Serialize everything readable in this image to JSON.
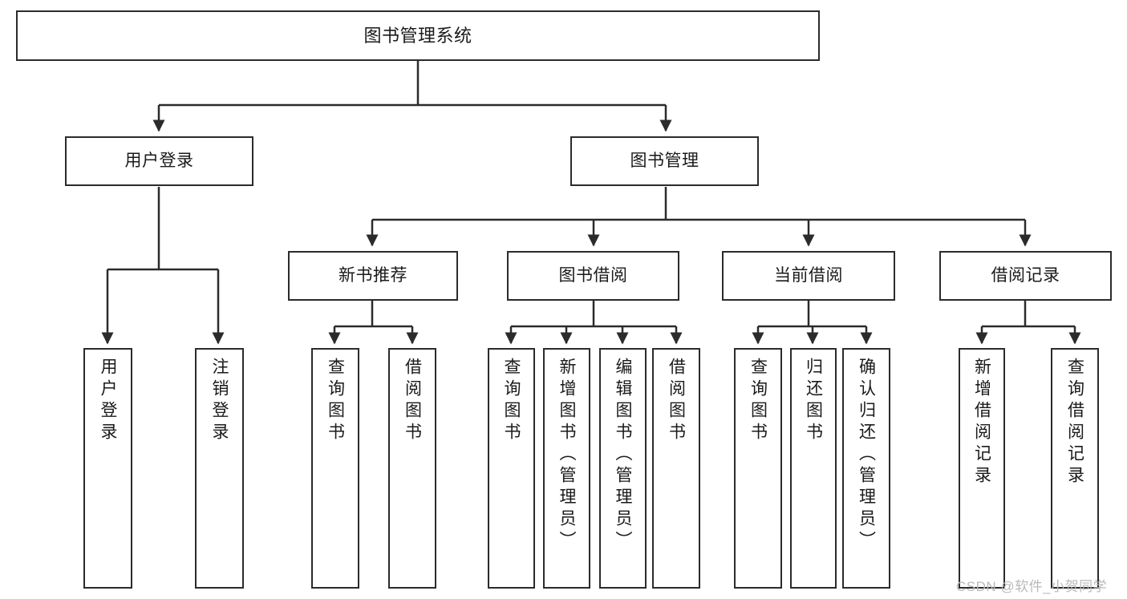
{
  "diagram": {
    "title": "图书管理系统",
    "type": "tree-hierarchy",
    "root": {
      "label": "图书管理系统"
    },
    "level1": [
      {
        "label": "用户登录"
      },
      {
        "label": "图书管理"
      }
    ],
    "level2": [
      {
        "label": "新书推荐",
        "parent": "图书管理"
      },
      {
        "label": "图书借阅",
        "parent": "图书管理"
      },
      {
        "label": "当前借阅",
        "parent": "图书管理"
      },
      {
        "label": "借阅记录",
        "parent": "图书管理"
      }
    ],
    "leaves": {
      "user_login": [
        {
          "label": "用户登录"
        },
        {
          "label": "注销登录"
        }
      ],
      "new_book_recommend": [
        {
          "label": "查询图书"
        },
        {
          "label": "借阅图书"
        }
      ],
      "book_borrow": [
        {
          "label": "查询图书"
        },
        {
          "label": "新增图书（管理员）"
        },
        {
          "label": "编辑图书（管理员）"
        },
        {
          "label": "借阅图书"
        }
      ],
      "current_borrow": [
        {
          "label": "查询图书"
        },
        {
          "label": "归还图书"
        },
        {
          "label": "确认归还（管理员）"
        }
      ],
      "borrow_records": [
        {
          "label": "新增借阅记录"
        },
        {
          "label": "查询借阅记录"
        }
      ]
    }
  },
  "watermark": {
    "text": "CSDN @软件_小贺同学"
  },
  "colors": {
    "stroke": "#2b2b2b",
    "fill": "#ffffff",
    "text": "#1a1a1a",
    "watermark": "#b9b9b9"
  }
}
